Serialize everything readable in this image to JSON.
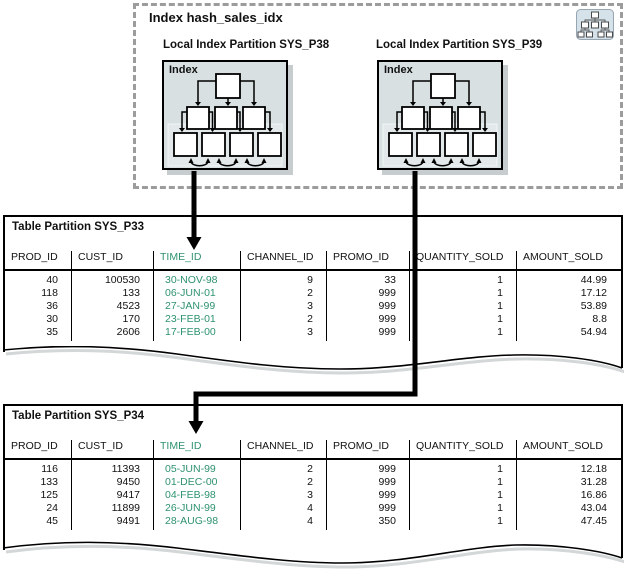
{
  "index_group": {
    "title": "Index hash_sales_idx",
    "icon": "hierarchy-tree-icon",
    "partitions": [
      {
        "label": "Local Index Partition SYS_P38",
        "inner_label": "Index"
      },
      {
        "label": "Local Index Partition SYS_P39",
        "inner_label": "Index"
      }
    ]
  },
  "tables": [
    {
      "title": "Table Partition SYS_P33",
      "columns": [
        "PROD_ID",
        "CUST_ID",
        "TIME_ID",
        "CHANNEL_ID",
        "PROMO_ID",
        "QUANTITY_SOLD",
        "AMOUNT_SOLD"
      ],
      "highlight_column_index": 2,
      "rows": [
        [
          "40",
          "100530",
          "30-NOV-98",
          "9",
          "33",
          "1",
          "44.99"
        ],
        [
          "118",
          "133",
          "06-JUN-01",
          "2",
          "999",
          "1",
          "17.12"
        ],
        [
          "36",
          "4523",
          "27-JAN-99",
          "3",
          "999",
          "1",
          "53.89"
        ],
        [
          "30",
          "170",
          "23-FEB-01",
          "2",
          "999",
          "1",
          "8.8"
        ],
        [
          "35",
          "2606",
          "17-FEB-00",
          "3",
          "999",
          "1",
          "54.94"
        ]
      ]
    },
    {
      "title": "Table Partition SYS_P34",
      "columns": [
        "PROD_ID",
        "CUST_ID",
        "TIME_ID",
        "CHANNEL_ID",
        "PROMO_ID",
        "QUANTITY_SOLD",
        "AMOUNT_SOLD"
      ],
      "highlight_column_index": 2,
      "rows": [
        [
          "116",
          "11393",
          "05-JUN-99",
          "2",
          "999",
          "1",
          "12.18"
        ],
        [
          "133",
          "9450",
          "01-DEC-00",
          "2",
          "999",
          "1",
          "31.28"
        ],
        [
          "125",
          "9417",
          "04-FEB-98",
          "3",
          "999",
          "1",
          "16.86"
        ],
        [
          "24",
          "11899",
          "26-JUN-99",
          "4",
          "999",
          "1",
          "43.04"
        ],
        [
          "45",
          "9491",
          "28-AUG-98",
          "4",
          "350",
          "1",
          "47.45"
        ]
      ]
    }
  ],
  "colors": {
    "highlight_column": "#2e9271",
    "index_box_bg": "#d8e0e2",
    "leaf_panel_bg": "#e3e9ea",
    "box_shadow": "#c7cdce",
    "dashed_border": "#9c9c9c",
    "arrow": "#000000"
  }
}
